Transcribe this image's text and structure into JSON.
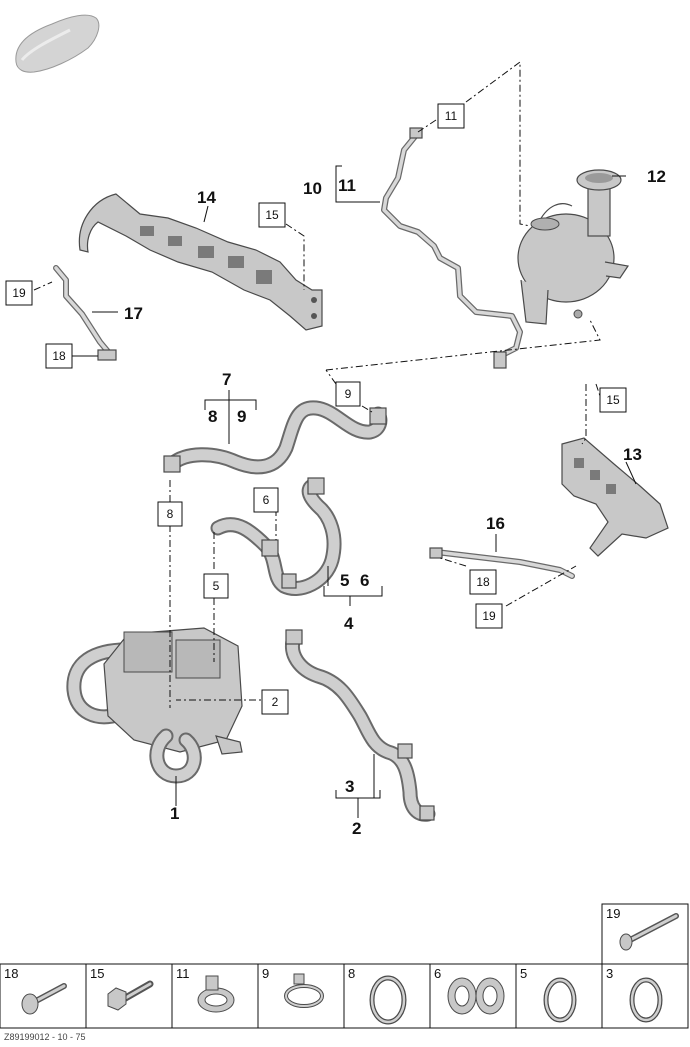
{
  "callouts": {
    "c1": "1",
    "c2": "2",
    "c3": "3",
    "c4": "4",
    "c5": "5",
    "c6": "6",
    "c7": "7",
    "c8": "8",
    "c9": "9",
    "c10": "10",
    "c11": "11",
    "c12": "12",
    "c13": "13",
    "c14": "14",
    "c16": "16",
    "c17": "17",
    "c5b": "5",
    "c6b": "6",
    "c8b": "8",
    "c9b": "9"
  },
  "boxes": {
    "b11": "11",
    "b15a": "15",
    "b19a": "19",
    "b18a": "18",
    "b9": "9",
    "b15b": "15",
    "b6": "6",
    "b8": "8",
    "b5": "5",
    "b2": "2",
    "b18b": "18",
    "b19b": "19"
  },
  "parts_table": {
    "top_cell": "19",
    "cells": [
      "18",
      "15",
      "11",
      "9",
      "8",
      "6",
      "5",
      "3"
    ]
  },
  "footer_code": "Z89199012 - 10 - 75"
}
